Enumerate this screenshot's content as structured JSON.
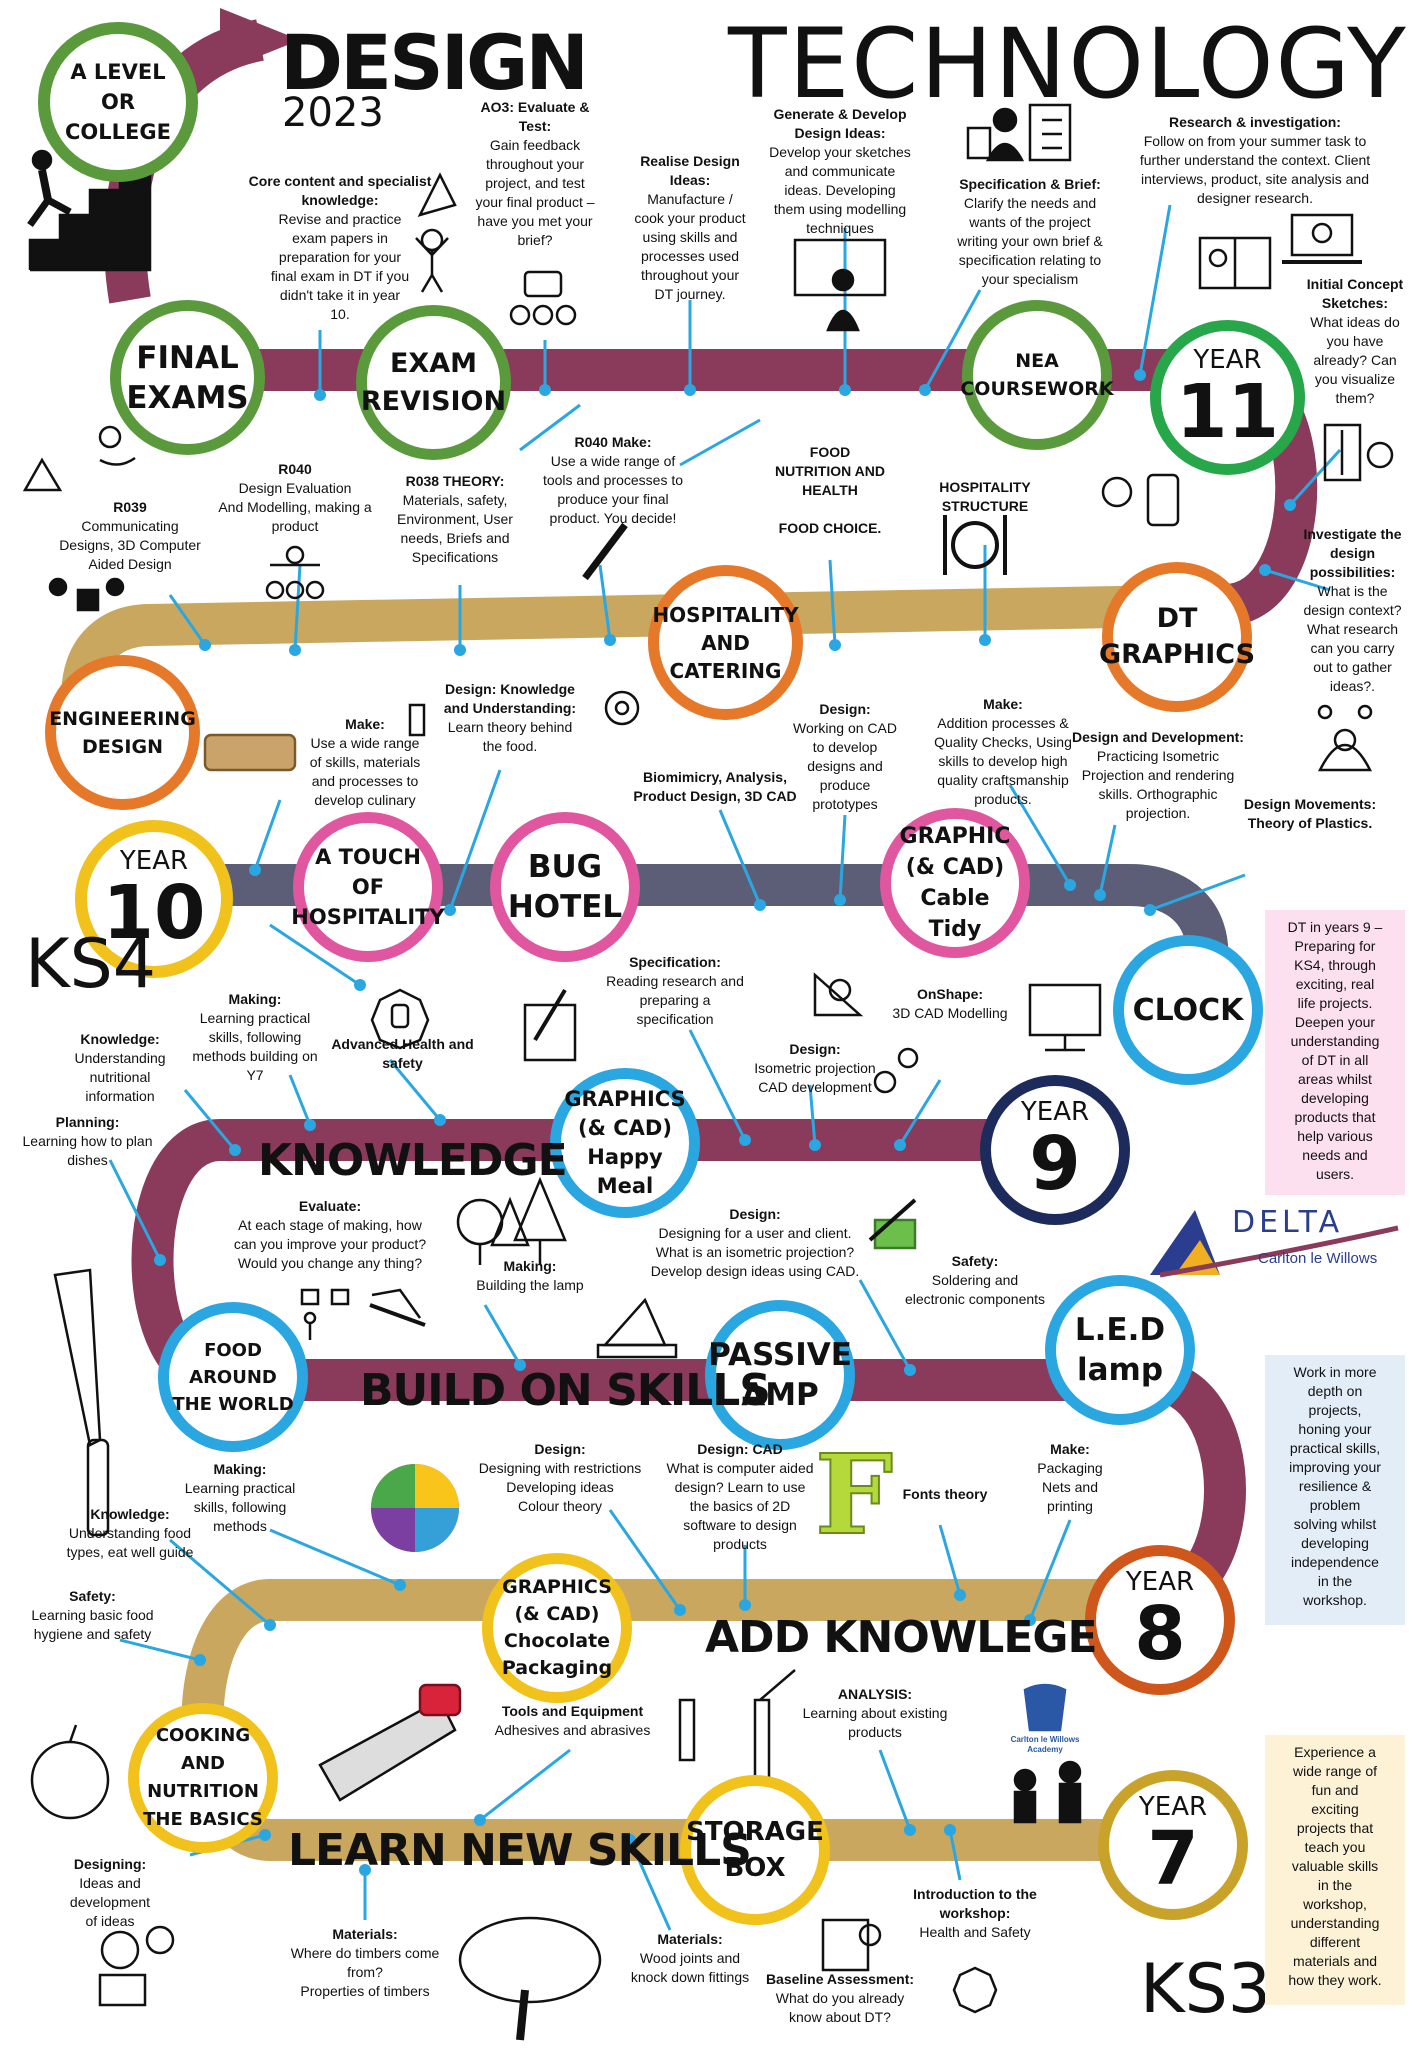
{
  "header": {
    "design_word": "DESIGN",
    "year_word": "2023",
    "technology_word": "TECHNOLOGY",
    "a_level_badge": [
      "A LEVEL",
      "OR",
      "COLLEGE"
    ]
  },
  "stages": {
    "final_exams": [
      "FINAL",
      "EXAMS"
    ],
    "exam_revision": [
      "EXAM",
      "REVISION"
    ],
    "nea_coursework": [
      "NEA",
      "COURSEWORK"
    ],
    "year11": [
      "YEAR",
      "11"
    ],
    "hospitality": [
      "HOSPITALITY",
      "AND",
      "CATERING"
    ],
    "dt_graphics": [
      "DT",
      "GRAPHICS"
    ],
    "engineering": [
      "ENGINEERING",
      "DESIGN"
    ],
    "year10": [
      "YEAR",
      "10"
    ],
    "touch_hospitality": [
      "A TOUCH OF",
      "HOSPITALITY"
    ],
    "bug_hotel": [
      "BUG",
      "HOTEL"
    ],
    "graphic_cad": [
      "GRAPHIC",
      "(& CAD)",
      "Cable Tidy"
    ],
    "clock": [
      "CLOCK"
    ],
    "year9": [
      "YEAR",
      "9"
    ],
    "graphics_happy_meal": [
      "GRAPHICS",
      "(& CAD)",
      "Happy Meal"
    ],
    "food_world": [
      "FOOD AROUND",
      "THE WORLD"
    ],
    "passive_amp": [
      "PASSIVE",
      "AMP"
    ],
    "led_lamp": [
      "L.E.D",
      "lamp"
    ],
    "year8": [
      "YEAR",
      "8"
    ],
    "graphics_chocolate": [
      "GRAPHICS",
      "(& CAD)",
      "Chocolate",
      "Packaging"
    ],
    "cooking": [
      "COOKING AND",
      "NUTRITION",
      "THE BASICS"
    ],
    "storage_box": [
      "STORAGE",
      "BOX"
    ],
    "year7": [
      "YEAR",
      "7"
    ]
  },
  "road_labels": {
    "knowledge": "KNOWLEDGE",
    "build_on_skills": "BUILD ON SKILLS",
    "add_knowlege": "ADD KNOWLEGE",
    "learn_new_skills": "LEARN NEW SKILLS"
  },
  "key_stages": {
    "ks4": "KS4",
    "ks3": "KS3"
  },
  "notes": [
    {
      "id": "core",
      "title": "Core content and specialist knowledge:",
      "lines": [
        "Revise and practice",
        "exam papers in",
        "preparation for your",
        "final exam in DT if you",
        "didn't take it in year",
        "10."
      ]
    },
    {
      "id": "ao3",
      "title": "AO3: Evaluate & Test:",
      "lines": [
        "Gain feedback",
        "throughout your",
        "project, and test",
        "your final product –",
        "have you met your",
        "brief?"
      ]
    },
    {
      "id": "realise",
      "title": "Realise Design Ideas:",
      "lines": [
        "Manufacture /",
        "cook your product",
        "using skills and",
        "processes used",
        "throughout your",
        "DT journey."
      ]
    },
    {
      "id": "generate",
      "title": "Generate & Develop Design Ideas:",
      "lines": [
        "Develop your sketches",
        "and communicate",
        "ideas. Developing",
        "them using modelling",
        "techniques"
      ]
    },
    {
      "id": "spec",
      "title": "Specification & Brief:",
      "lines": [
        "Clarify the needs and",
        "wants of the project",
        "writing your own brief &",
        "specification relating to",
        "your specialism"
      ]
    },
    {
      "id": "research",
      "title": "Research & investigation:",
      "lines": [
        "Follow on from your summer task to",
        "further understand the context. Client",
        "interviews, product, site analysis and",
        "designer research."
      ]
    },
    {
      "id": "initial",
      "title": "Initial Concept Sketches:",
      "lines": [
        "What ideas do",
        "you have",
        "already? Can",
        "you visualize",
        "them?"
      ]
    },
    {
      "id": "investigate",
      "title": "Investigate the design possibilities:",
      "lines": [
        "What is the",
        "design context?",
        "What research",
        "can you carry",
        "out to gather",
        "ideas?."
      ]
    },
    {
      "id": "r039",
      "title": "R039",
      "lines": [
        "Communicating",
        "Designs, 3D Computer",
        "Aided Design"
      ]
    },
    {
      "id": "r040",
      "title": "R040",
      "lines": [
        "Design Evaluation",
        "And Modelling, making a",
        "product"
      ]
    },
    {
      "id": "r038",
      "title": "R038 THEORY:",
      "lines": [
        "Materials, safety,",
        "Environment, User",
        "needs, Briefs and",
        "Specifications"
      ]
    },
    {
      "id": "r040make",
      "title": "R040 Make:",
      "lines": [
        "Use a wide range of",
        "tools and processes to",
        "produce your final",
        "product. You decide!"
      ]
    },
    {
      "id": "fnh",
      "title": "",
      "lines": [
        "FOOD",
        "NUTRITION AND",
        "HEALTH",
        "",
        "FOOD CHOICE."
      ]
    },
    {
      "id": "hosp_struct",
      "title": "",
      "lines": [
        "HOSPITALITY STRUCTURE"
      ]
    },
    {
      "id": "make10",
      "title": "Make:",
      "lines": [
        "Use a wide range",
        "of skills, materials",
        "and processes to",
        "develop culinary"
      ]
    },
    {
      "id": "design_ku",
      "title": "Design: Knowledge and Understanding:",
      "lines": [
        "Learn theory behind",
        "the food."
      ]
    },
    {
      "id": "biomimicry",
      "title": "Biomimicry, Analysis, Product Design, 3D CAD",
      "lines": []
    },
    {
      "id": "design_cad",
      "title": "Design:",
      "lines": [
        "Working on CAD",
        "to develop",
        "designs and",
        "produce",
        "prototypes"
      ]
    },
    {
      "id": "make_add",
      "title": "Make:",
      "lines": [
        "Addition processes &",
        "Quality Checks, Using",
        "skills to develop high",
        "quality craftsmanship",
        "products."
      ]
    },
    {
      "id": "dd",
      "title": "Design and Development:",
      "lines": [
        "Practicing Isometric",
        "Projection and rendering",
        "skills. Orthographic",
        "projection."
      ]
    },
    {
      "id": "movements",
      "title": "Design Movements: Theory of Plastics.",
      "lines": []
    },
    {
      "id": "making9",
      "title": "Making:",
      "lines": [
        "Learning practical",
        "skills, following",
        "methods building on",
        "Y7"
      ]
    },
    {
      "id": "knowledge9",
      "title": "Knowledge:",
      "lines": [
        "Understanding",
        "nutritional",
        "information"
      ]
    },
    {
      "id": "ahs",
      "title": "Advanced Health and safety",
      "lines": []
    },
    {
      "id": "planning",
      "title": "Planning:",
      "lines": [
        "Learning how to plan",
        "dishes"
      ]
    },
    {
      "id": "specification9",
      "title": "Specification:",
      "lines": [
        "Reading research and",
        "preparing a",
        "specification"
      ]
    },
    {
      "id": "onshape",
      "title": "OnShape:",
      "lines": [
        "3D CAD Modelling"
      ]
    },
    {
      "id": "design_iso",
      "title": "Design:",
      "lines": [
        "Isometric projection",
        "CAD development"
      ]
    },
    {
      "id": "evaluate",
      "title": "Evaluate:",
      "lines": [
        "At each stage of making, how",
        "can you improve your product?",
        "Would you change any thing?"
      ]
    },
    {
      "id": "making_lamp",
      "title": "Making:",
      "lines": [
        "Building the lamp"
      ]
    },
    {
      "id": "design_user",
      "title": "Design:",
      "lines": [
        "Designing for a user and client.",
        "What is an isometric projection?",
        "Develop design ideas using CAD."
      ]
    },
    {
      "id": "safety9",
      "title": "Safety:",
      "lines": [
        "Soldering and",
        "electronic components"
      ]
    },
    {
      "id": "making8",
      "title": "Making:",
      "lines": [
        "Learning practical",
        "skills, following",
        "methods"
      ]
    },
    {
      "id": "knowledge8",
      "title": "Knowledge:",
      "lines": [
        "Understanding food",
        "types, eat well guide"
      ]
    },
    {
      "id": "safety8",
      "title": "Safety:",
      "lines": [
        "Learning basic food",
        "hygiene and safety"
      ]
    },
    {
      "id": "design_restr",
      "title": "Design:",
      "lines": [
        "Designing with restrictions",
        "Developing ideas",
        "Colour theory"
      ]
    },
    {
      "id": "design_cad8",
      "title": "Design: CAD",
      "lines": [
        "What is computer aided",
        "design? Learn to use",
        "the basics of 2D",
        "software to design",
        "products"
      ]
    },
    {
      "id": "fonts",
      "title": "Fonts theory",
      "lines": []
    },
    {
      "id": "make8",
      "title": "Make:",
      "lines": [
        "Packaging",
        "Nets and",
        "printing"
      ]
    },
    {
      "id": "tools",
      "title": "Tools and Equipment",
      "lines": [
        "Adhesives and abrasives"
      ]
    },
    {
      "id": "analysis",
      "title": "ANALYSIS:",
      "lines": [
        "Learning about existing",
        "products"
      ]
    },
    {
      "id": "designing7",
      "title": "Designing:",
      "lines": [
        "Ideas and development",
        "of ideas"
      ]
    },
    {
      "id": "materials_t",
      "title": "Materials:",
      "lines": [
        "Where do timbers come",
        "from?",
        "Properties of timbers"
      ]
    },
    {
      "id": "materials_j",
      "title": "Materials:",
      "lines": [
        "Wood joints and",
        "knock down fittings"
      ]
    },
    {
      "id": "intro",
      "title": "Introduction to the workshop:",
      "lines": [
        "Health and Safety"
      ]
    },
    {
      "id": "baseline",
      "title": "Baseline Assessment:",
      "lines": [
        "What do you already",
        "know about DT?"
      ]
    }
  ],
  "side_boxes": {
    "ks4_box": [
      "DT in years 9 –",
      "Preparing for",
      "KS4, through",
      "exciting, real",
      "life projects.",
      "Deepen your",
      "understanding",
      "of DT in all",
      "areas whilst",
      "developing",
      "products that",
      "help various",
      "needs and",
      "users."
    ],
    "y8_box": [
      "Work in more",
      "depth on",
      "projects,",
      "honing your",
      "practical skills,",
      "improving your",
      "resilience &",
      "problem",
      "solving whilst",
      "developing",
      "independence",
      "in the",
      "workshop."
    ],
    "y7_box": [
      "Experience a",
      "wide range of",
      "fun and",
      "exciting",
      "projects that",
      "teach you",
      "valuable skills",
      "in the",
      "workshop,",
      "understanding",
      "different",
      "materials and",
      "how they work."
    ]
  },
  "logos": {
    "delta": "DELTA",
    "delta_sub": "Carlton le Willows",
    "academy": [
      "Carlton le Willows",
      "Academy"
    ],
    "big_f": "F"
  },
  "colors": {
    "maroon": "#8a3a5a",
    "gold": "#c9a75f",
    "slate": "#5c5e78",
    "green": "#5a9a3c",
    "orange": "#e6782a",
    "pink": "#e0569f",
    "blue": "#2aa7e1",
    "navy": "#1d2b5c",
    "yellow": "#f1c21b",
    "cyan_line": "#2aa7e1"
  }
}
